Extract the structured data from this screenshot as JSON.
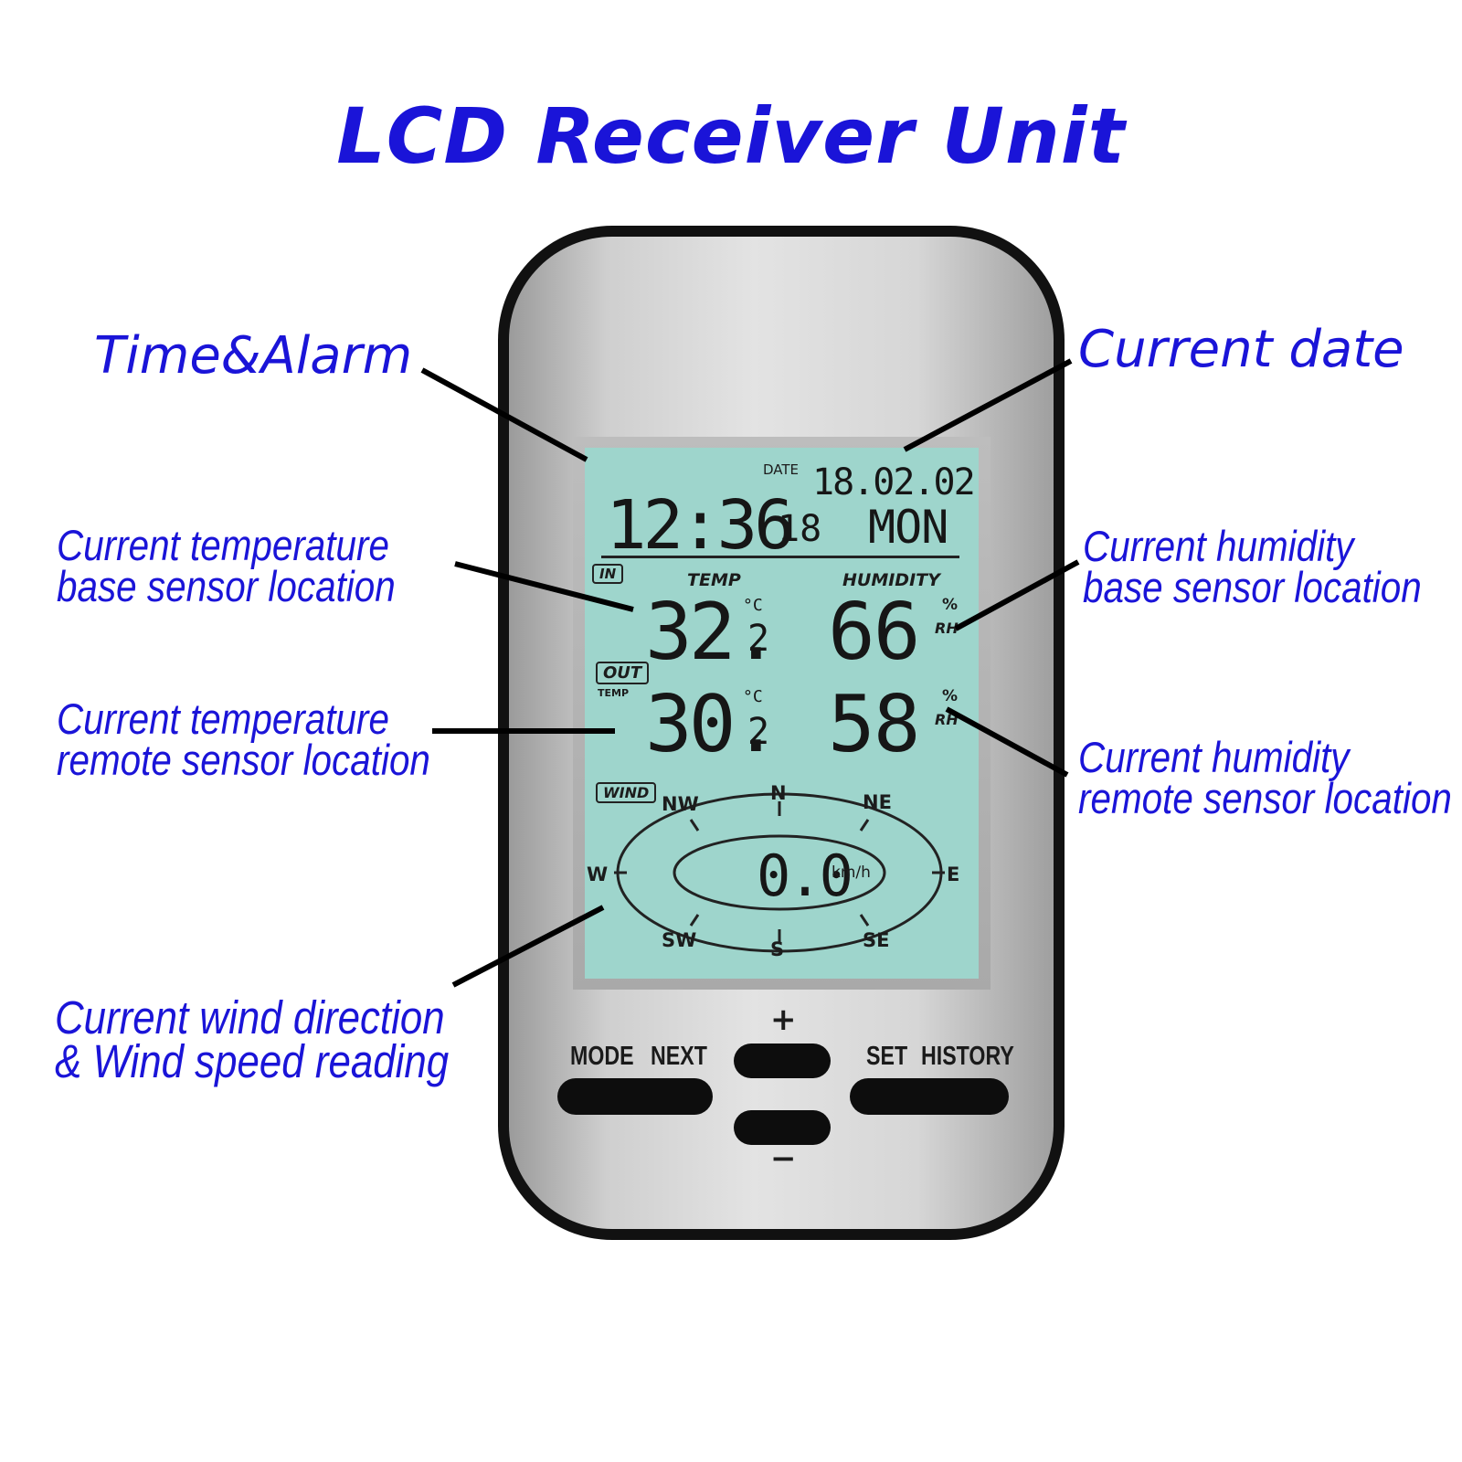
{
  "title": "LCD Receiver Unit",
  "callouts": {
    "time_alarm": "Time&Alarm",
    "current_date": "Current date",
    "temp_base": [
      "Current temperature",
      "base sensor location"
    ],
    "temp_remote": [
      "Current temperature",
      "remote sensor location"
    ],
    "humidity_base": [
      "Current humidity",
      "base sensor location"
    ],
    "humidity_remote": [
      "Current humidity",
      "remote sensor location"
    ],
    "wind": [
      "Current wind direction",
      "& Wind speed reading"
    ]
  },
  "lcd": {
    "date_label": "DATE",
    "date": "18.02.02",
    "time": "12:36",
    "seconds": "18",
    "weekday": "MON",
    "in_label": "IN",
    "temp_header": "TEMP",
    "humidity_header": "HUMIDITY",
    "in_temp": "32.",
    "in_temp_decimal": "2",
    "temp_unit": "°C",
    "in_humidity": "66",
    "humidity_unit_top": "%",
    "humidity_unit_bottom": "RH",
    "out_label": "OUT",
    "out_sub_label": "TEMP",
    "out_temp": "30.",
    "out_temp_decimal": "2",
    "out_humidity": "58",
    "wind_label": "WIND",
    "compass": {
      "n": "N",
      "ne": "NE",
      "e": "E",
      "se": "SE",
      "s": "S",
      "sw": "SW",
      "w": "W",
      "nw": "NW"
    },
    "wind_speed": "0.0",
    "wind_unit": "km/h"
  },
  "buttons": {
    "mode": "MODE",
    "next": "NEXT",
    "plus": "+",
    "minus": "−",
    "set": "SET",
    "history": "HISTORY"
  },
  "colors": {
    "annotation": "#1a14d8",
    "lcd_background": "#9ed5cc",
    "device_border": "#111111"
  }
}
